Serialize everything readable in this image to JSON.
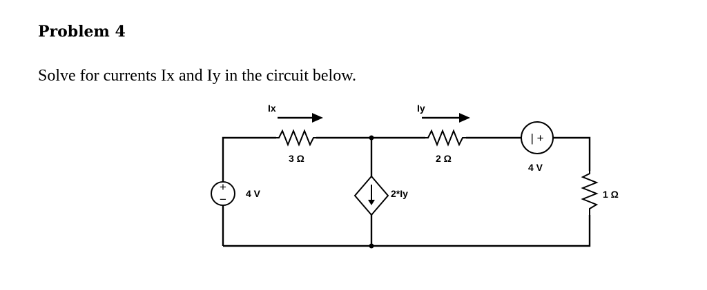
{
  "problem_title": "Problem 4",
  "prompt": "Solve for currents Ix and Iy in the circuit below.",
  "circuit": {
    "left_source_label": "4 V",
    "left_source_plus": "+",
    "left_source_minus": "−",
    "r1_label": "3 Ω",
    "ix_label": "Ix",
    "dependent_source_label": "2*Iy",
    "r2_label": "2 Ω",
    "iy_label": "Iy",
    "right_source_label": "4 V",
    "right_source_polarity": "| +",
    "r3_label": "1 Ω"
  }
}
